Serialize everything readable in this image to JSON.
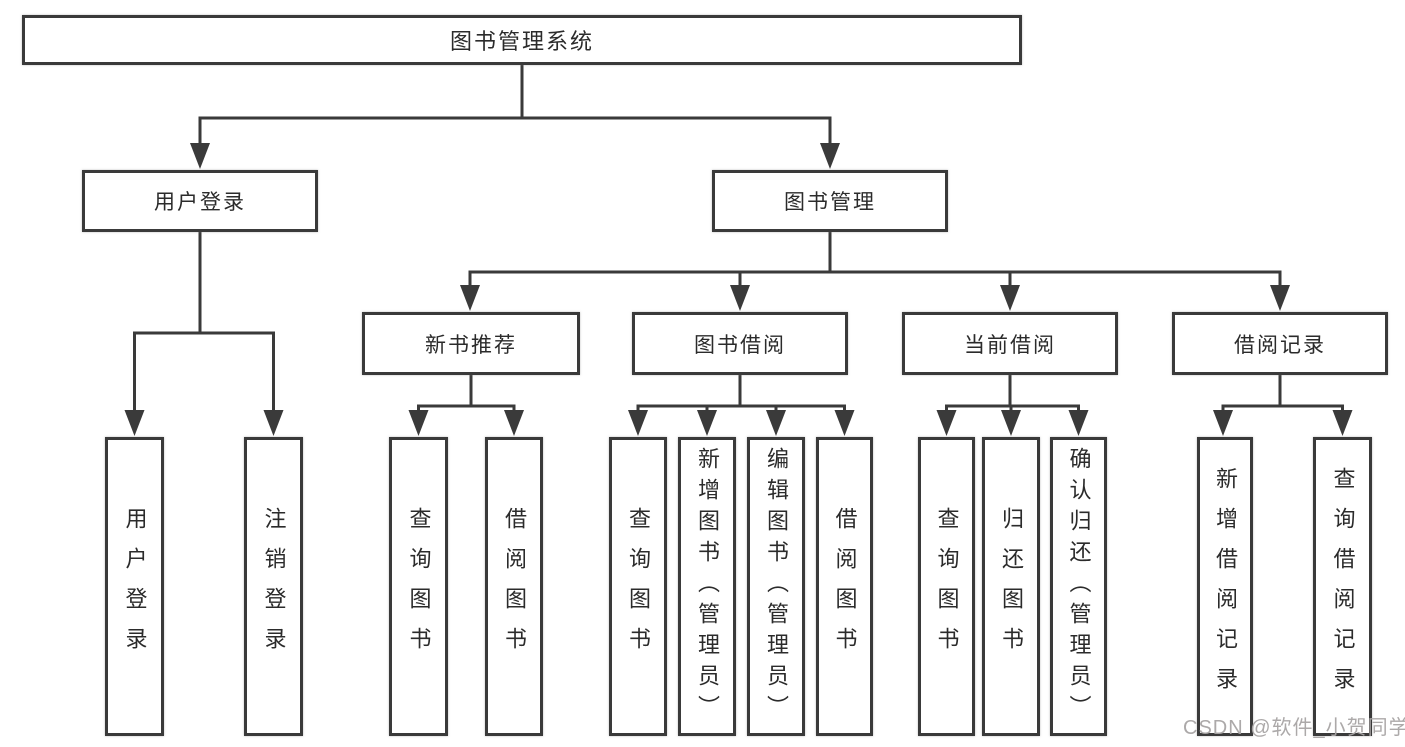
{
  "diagram": {
    "title_node": "图书管理系统",
    "root": {
      "label": "图书管理系统"
    },
    "branches": [
      {
        "label": "用户登录",
        "children": [
          {
            "label": "用户登录"
          },
          {
            "label": "注销登录"
          }
        ]
      },
      {
        "label": "图书管理",
        "children": [
          {
            "label": "新书推荐",
            "children": [
              {
                "label": "查询图书"
              },
              {
                "label": "借阅图书"
              }
            ]
          },
          {
            "label": "图书借阅",
            "children": [
              {
                "label": "查询图书"
              },
              {
                "label": "新增图书（管理员）"
              },
              {
                "label": "编辑图书（管理员）"
              },
              {
                "label": "借阅图书"
              }
            ]
          },
          {
            "label": "当前借阅",
            "children": [
              {
                "label": "查询图书"
              },
              {
                "label": "归还图书"
              },
              {
                "label": "确认归还（管理员）"
              }
            ]
          },
          {
            "label": "借阅记录",
            "children": [
              {
                "label": "新增借阅记录"
              },
              {
                "label": "查询借阅记录"
              }
            ]
          }
        ]
      }
    ]
  },
  "watermark": {
    "text": "CSDN @软件_小贺同学"
  },
  "colors": {
    "line": "#3a3a3a",
    "text": "#2b2b2b",
    "box_background": "#ffffff",
    "watermark": "#a8a4a4"
  }
}
